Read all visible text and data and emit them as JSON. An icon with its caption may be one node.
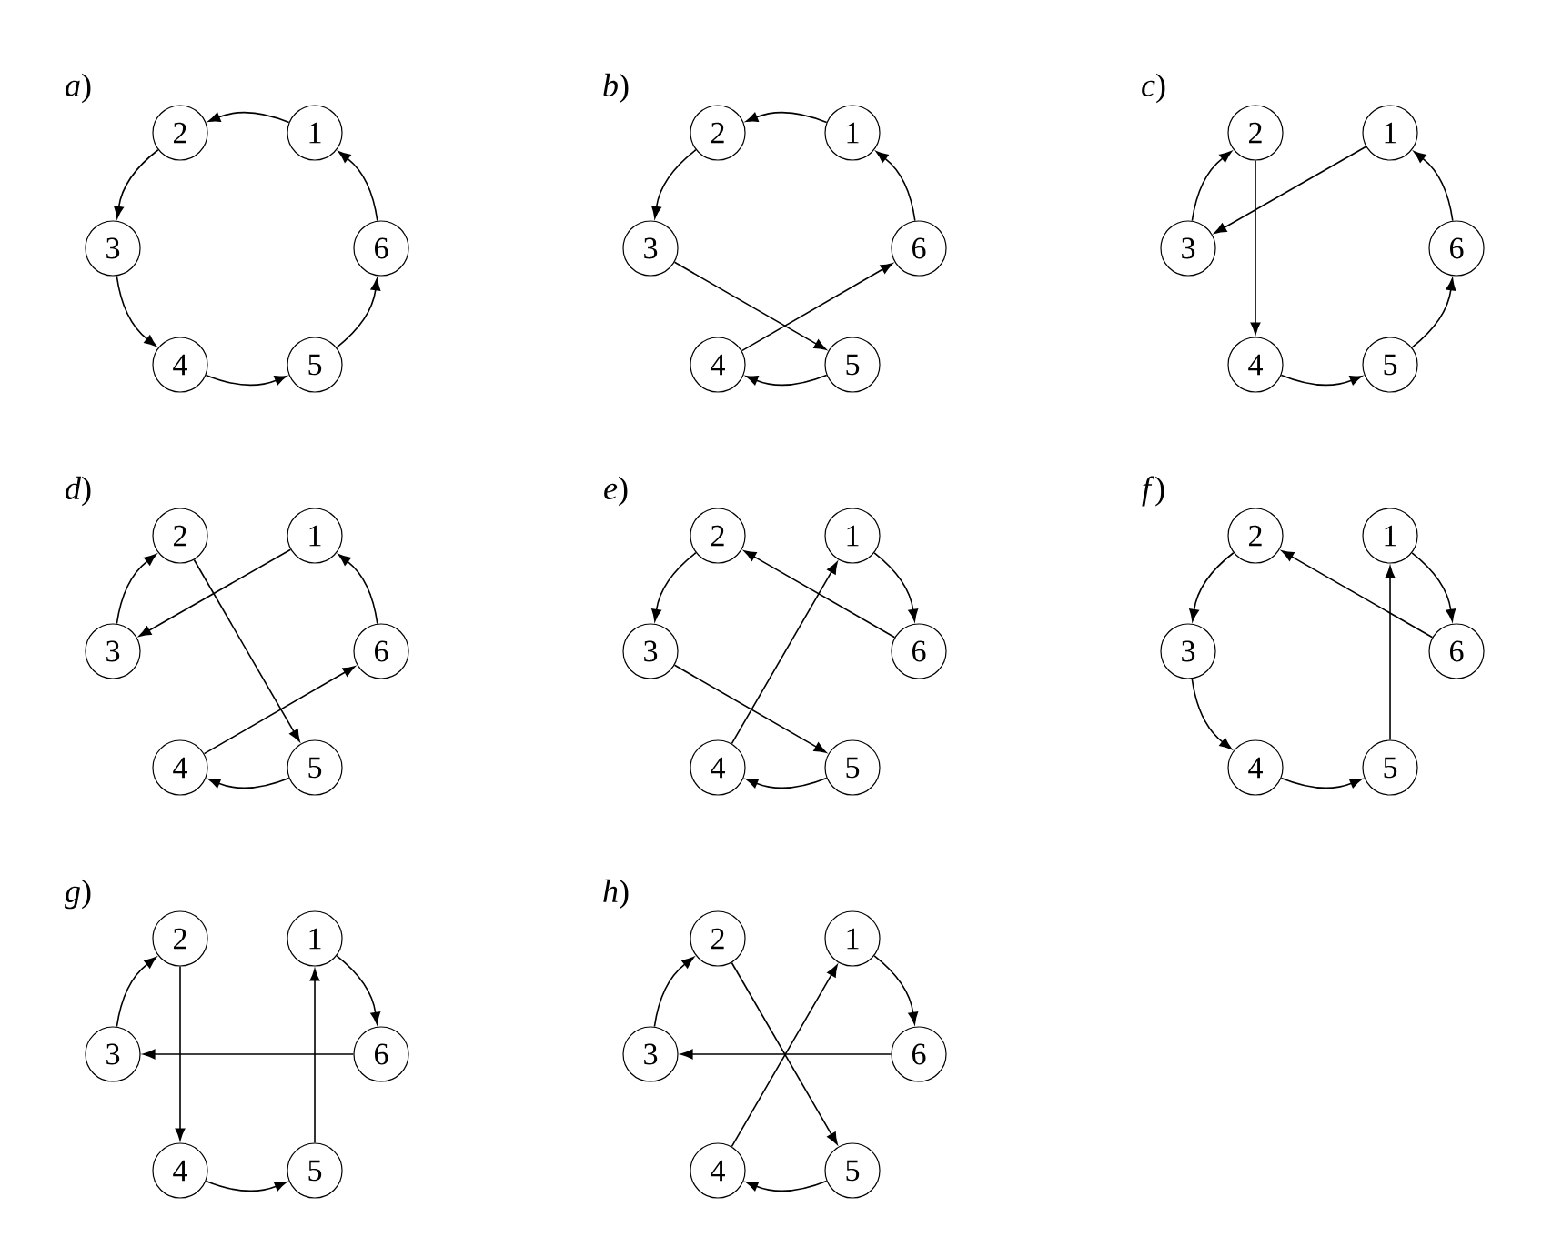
{
  "diagram": {
    "nodes": [
      {
        "text": [
          "1"
        ]
      },
      {
        "text": [
          "2"
        ]
      },
      {
        "text": [
          "3"
        ]
      },
      {
        "text": [
          "4"
        ]
      },
      {
        "text": [
          "5"
        ]
      },
      {
        "text": [
          "6"
        ]
      },
      {
        "text": [
          "1"
        ]
      },
      {
        "text": [
          "2"
        ]
      },
      {
        "text": [
          "3"
        ]
      },
      {
        "text": [
          "4"
        ]
      },
      {
        "text": [
          "5"
        ]
      },
      {
        "text": [
          "6"
        ]
      },
      {
        "text": [
          "1"
        ]
      },
      {
        "text": [
          "2"
        ]
      },
      {
        "text": [
          "3"
        ]
      },
      {
        "text": [
          "4"
        ]
      },
      {
        "text": [
          "5"
        ]
      },
      {
        "text": [
          "6"
        ]
      },
      {
        "text": [
          "1"
        ]
      },
      {
        "text": [
          "2"
        ]
      },
      {
        "text": [
          "3"
        ]
      },
      {
        "text": [
          "4"
        ]
      },
      {
        "text": [
          "5"
        ]
      },
      {
        "text": [
          "6"
        ]
      },
      {
        "text": [
          "1"
        ]
      },
      {
        "text": [
          "2"
        ]
      },
      {
        "text": [
          "3"
        ]
      },
      {
        "text": [
          "4"
        ]
      },
      {
        "text": [
          "5"
        ]
      },
      {
        "text": [
          "6"
        ]
      },
      {
        "text": [
          "1"
        ]
      },
      {
        "text": [
          "2"
        ]
      },
      {
        "text": [
          "3"
        ]
      },
      {
        "text": [
          "4"
        ]
      },
      {
        "text": [
          "5"
        ]
      },
      {
        "text": [
          "6"
        ]
      },
      {
        "text": [
          "1"
        ]
      },
      {
        "text": [
          "2"
        ]
      },
      {
        "text": [
          "3"
        ]
      },
      {
        "text": [
          "4"
        ]
      },
      {
        "text": [
          "5"
        ]
      },
      {
        "text": [
          "6"
        ]
      },
      {
        "text": [
          "1"
        ]
      },
      {
        "text": [
          "2"
        ]
      },
      {
        "text": [
          "3"
        ]
      },
      {
        "text": [
          "4"
        ]
      },
      {
        "text": [
          "5"
        ]
      },
      {
        "text": [
          "6"
        ]
      }
    ],
    "edges": [
      {
        "from": 0,
        "to": 1,
        "arrow": "to"
      },
      {
        "from": 1,
        "to": 2,
        "arrow": "to"
      },
      {
        "from": 2,
        "to": 3,
        "arrow": "to"
      },
      {
        "from": 3,
        "to": 4,
        "arrow": "to"
      },
      {
        "from": 4,
        "to": 5,
        "arrow": "to"
      },
      {
        "from": 5,
        "to": 0,
        "arrow": "to"
      },
      {
        "from": 6,
        "to": 7,
        "arrow": "to"
      },
      {
        "from": 7,
        "to": 8,
        "arrow": "to"
      },
      {
        "from": 8,
        "to": 10,
        "arrow": "to"
      },
      {
        "from": 10,
        "to": 9,
        "arrow": "to"
      },
      {
        "from": 9,
        "to": 11,
        "arrow": "to"
      },
      {
        "from": 11,
        "to": 6,
        "arrow": "to"
      },
      {
        "from": 12,
        "to": 14,
        "arrow": "to"
      },
      {
        "from": 14,
        "to": 13,
        "arrow": "to"
      },
      {
        "from": 13,
        "to": 15,
        "arrow": "to"
      },
      {
        "from": 15,
        "to": 16,
        "arrow": "to"
      },
      {
        "from": 16,
        "to": 17,
        "arrow": "to"
      },
      {
        "from": 17,
        "to": 12,
        "arrow": "to"
      },
      {
        "from": 18,
        "to": 20,
        "arrow": "to"
      },
      {
        "from": 20,
        "to": 19,
        "arrow": "to"
      },
      {
        "from": 19,
        "to": 22,
        "arrow": "to"
      },
      {
        "from": 22,
        "to": 21,
        "arrow": "to"
      },
      {
        "from": 21,
        "to": 23,
        "arrow": "to"
      },
      {
        "from": 23,
        "to": 18,
        "arrow": "to"
      },
      {
        "from": 24,
        "to": 29,
        "arrow": "to"
      },
      {
        "from": 29,
        "to": 25,
        "arrow": "to"
      },
      {
        "from": 25,
        "to": 26,
        "arrow": "to"
      },
      {
        "from": 26,
        "to": 28,
        "arrow": "to"
      },
      {
        "from": 28,
        "to": 27,
        "arrow": "to"
      },
      {
        "from": 27,
        "to": 24,
        "arrow": "to"
      },
      {
        "from": 30,
        "to": 35,
        "arrow": "to"
      },
      {
        "from": 35,
        "to": 31,
        "arrow": "to"
      },
      {
        "from": 31,
        "to": 32,
        "arrow": "to"
      },
      {
        "from": 32,
        "to": 33,
        "arrow": "to"
      },
      {
        "from": 33,
        "to": 34,
        "arrow": "to"
      },
      {
        "from": 34,
        "to": 30,
        "arrow": "to"
      },
      {
        "from": 36,
        "to": 41,
        "arrow": "to"
      },
      {
        "from": 41,
        "to": 38,
        "arrow": "to"
      },
      {
        "from": 38,
        "to": 37,
        "arrow": "to"
      },
      {
        "from": 37,
        "to": 39,
        "arrow": "to"
      },
      {
        "from": 39,
        "to": 40,
        "arrow": "to"
      },
      {
        "from": 40,
        "to": 36,
        "arrow": "to"
      },
      {
        "from": 42,
        "to": 47,
        "arrow": "to"
      },
      {
        "from": 47,
        "to": 44,
        "arrow": "to"
      },
      {
        "from": 44,
        "to": 43,
        "arrow": "to"
      },
      {
        "from": 43,
        "to": 46,
        "arrow": "to"
      },
      {
        "from": 46,
        "to": 45,
        "arrow": "to"
      },
      {
        "from": 45,
        "to": 42,
        "arrow": "to"
      }
    ],
    "labels": [
      "*a*)",
      "*b*)",
      "*c*)",
      "*d*)",
      "*e*)",
      "*f*)",
      "*g*)",
      "*h*)"
    ]
  }
}
